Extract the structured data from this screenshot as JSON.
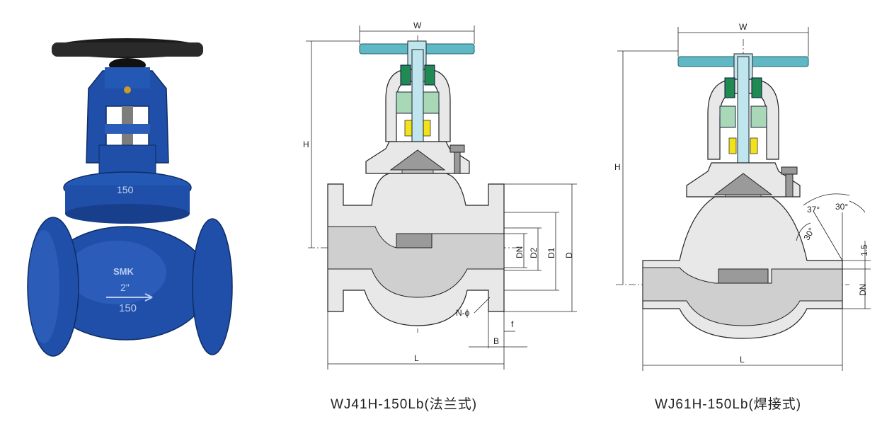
{
  "photo": {
    "handwheel_text": "",
    "brand_mark": "SMK",
    "size_mark": "2\"",
    "class_mark": "150",
    "colors": {
      "body_blue": "#1f4fa8",
      "handwheel": "#1a1a1a"
    }
  },
  "drawing_flanged": {
    "caption": "WJ41H-150Lb(法兰式)",
    "dims": {
      "W": "W",
      "H": "H",
      "DN": "DN",
      "D2": "D2",
      "D1": "D1",
      "D": "D",
      "N_phi": "N-ϕ",
      "f": "f",
      "B": "B",
      "L": "L"
    }
  },
  "drawing_welded": {
    "caption": "WJ61H-150Lb(焊接式)",
    "dims": {
      "W": "W",
      "H": "H",
      "DN": "DN",
      "h": "1.5",
      "L": "L",
      "angle1": "37°",
      "angle2": "30°",
      "angle3": "30°"
    }
  }
}
